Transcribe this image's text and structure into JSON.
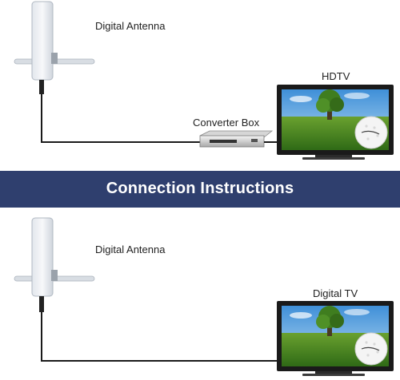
{
  "top": {
    "antenna_label": "Digital Antenna",
    "converter_label": "Converter Box",
    "tv_label": "HDTV"
  },
  "banner": {
    "title": "Connection Instructions",
    "color": "#2f3f6e"
  },
  "bottom": {
    "antenna_label": "Digital Antenna",
    "tv_label": "Digital TV"
  },
  "icons": [
    "antenna-icon",
    "converter-box-icon",
    "tv-icon",
    "cable-icon",
    "golf-ball-icon"
  ]
}
